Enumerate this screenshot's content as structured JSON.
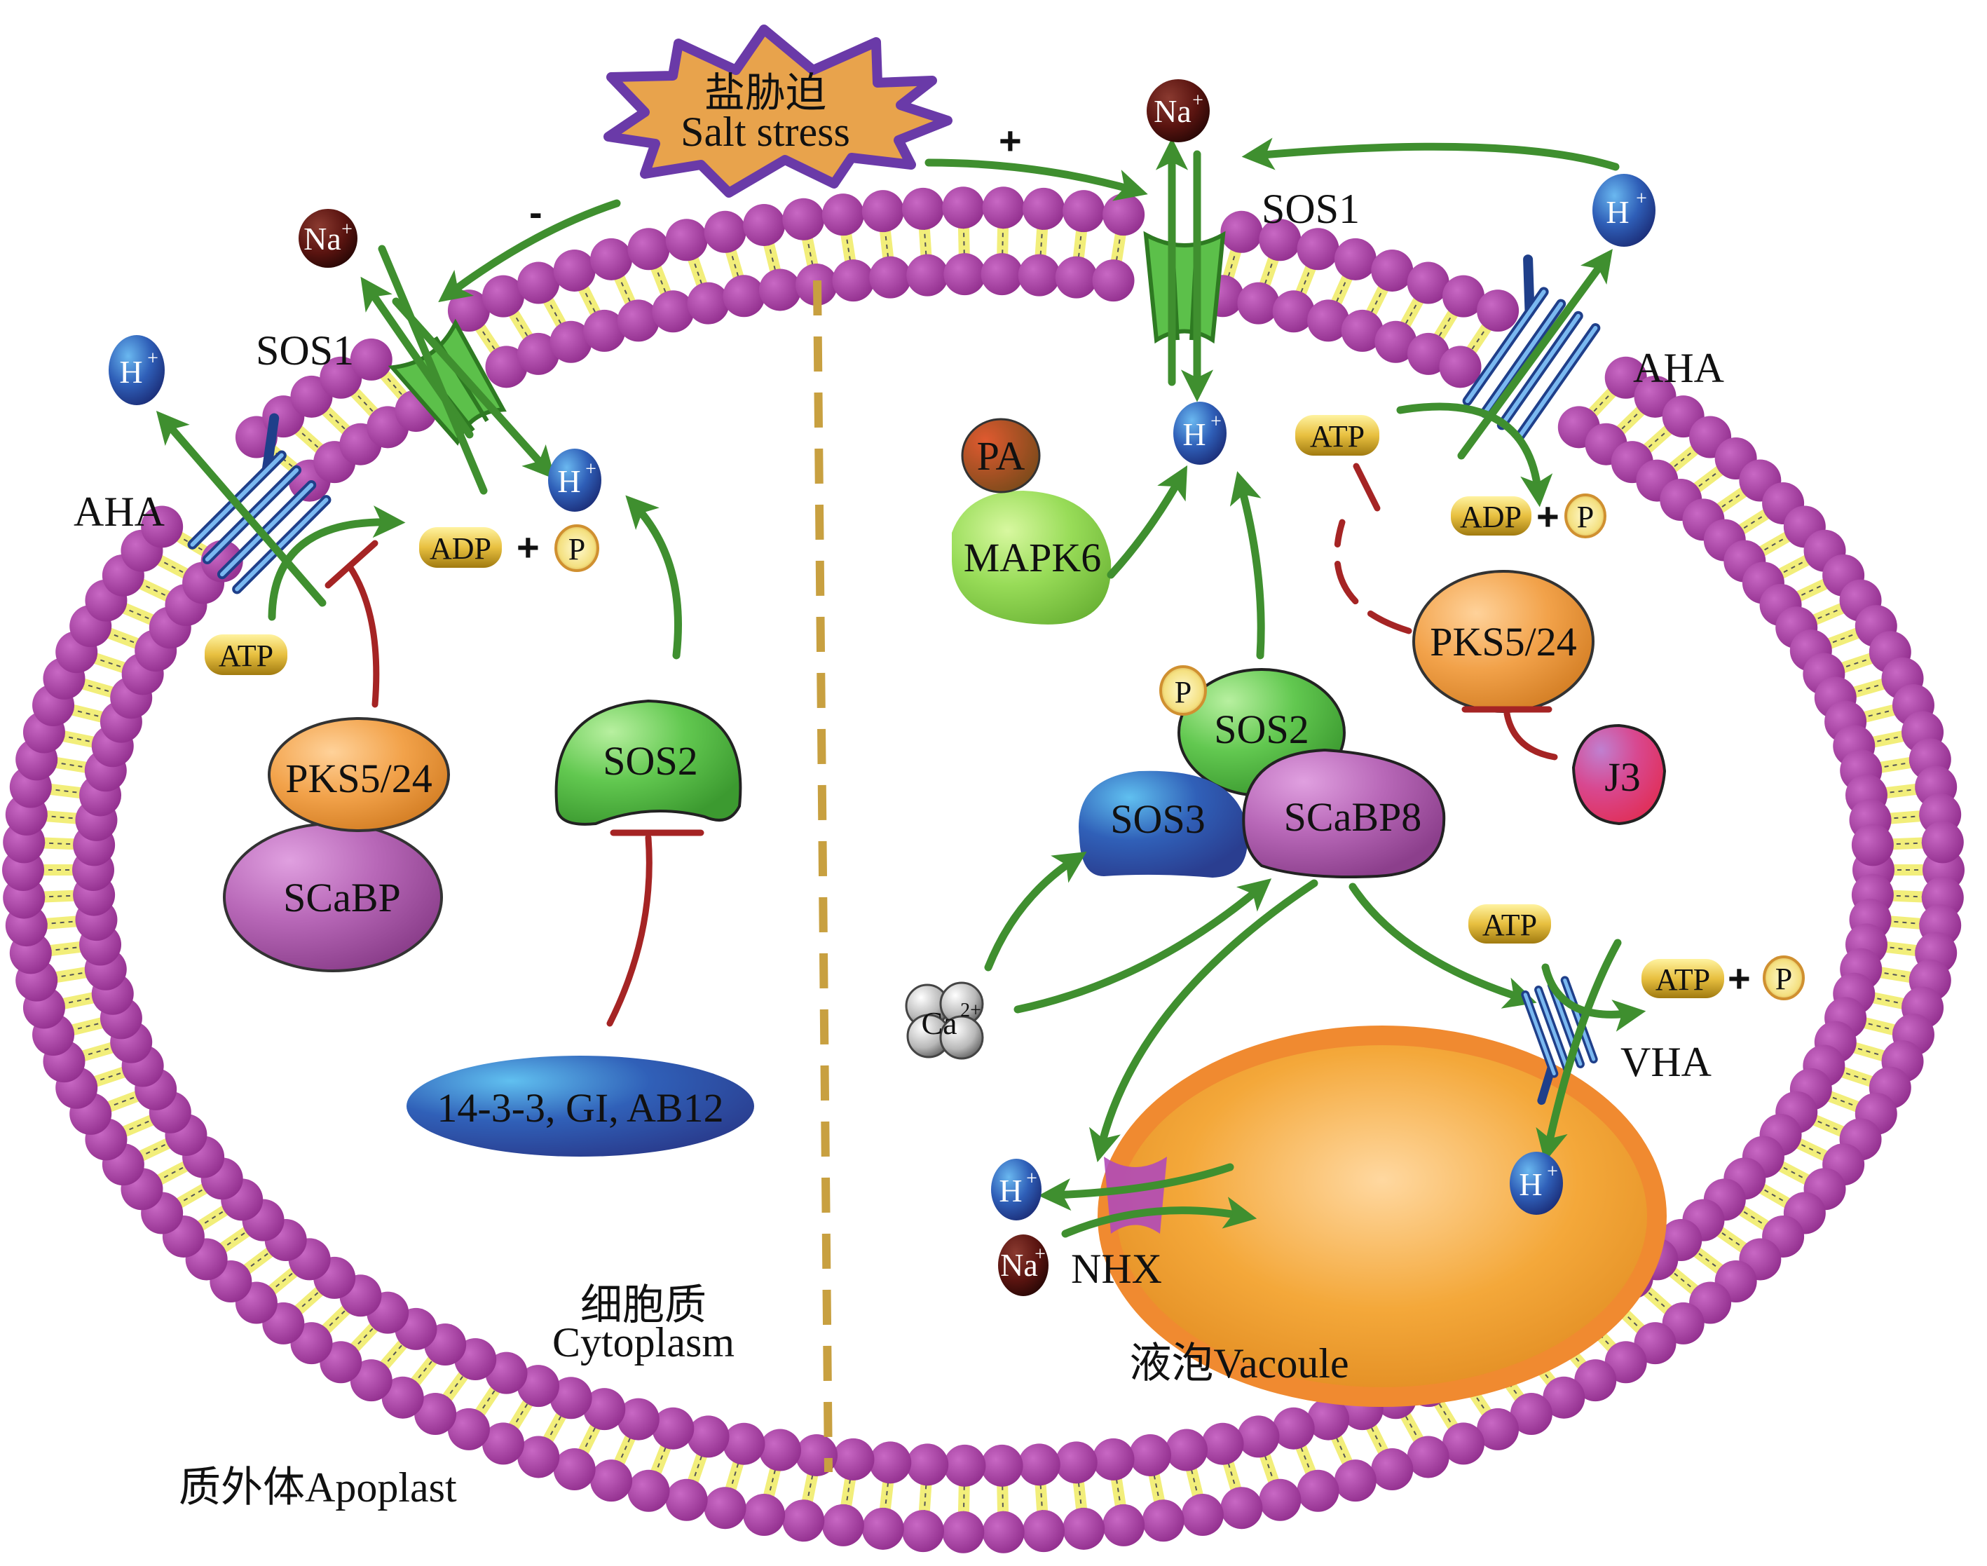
{
  "figure": {
    "stimulus": {
      "zh": "盐胁迫",
      "en": "Salt stress"
    },
    "signs": {
      "negative": "-",
      "positive": "+"
    },
    "regions": {
      "cytoplasm_zh": "细胞质",
      "cytoplasm_en": "Cytoplasm",
      "apoplast": "质外体Apoplast",
      "vacuole": "液泡Vacoule"
    },
    "left_panel": {
      "na_ion": {
        "symbol": "Na",
        "charge": "+"
      },
      "h_ion_out": {
        "symbol": "H",
        "charge": "+"
      },
      "h_ion_in": {
        "symbol": "H",
        "charge": "+"
      },
      "transporters": {
        "sos1": "SOS1",
        "aha": "AHA"
      },
      "adp": "ADP",
      "plus": "+",
      "p": "P",
      "atp": "ATP",
      "pks": "PKS5/24",
      "scabp": "SCaBP",
      "sos2": "SOS2",
      "inhibitors": "14-3-3, GI, AB12"
    },
    "right_panel": {
      "na_ion": {
        "symbol": "Na",
        "charge": "+"
      },
      "h_ion_out": {
        "symbol": "H",
        "charge": "+"
      },
      "h_ion_in": {
        "symbol": "H",
        "charge": "+"
      },
      "transporters": {
        "sos1": "SOS1",
        "aha": "AHA",
        "vha": "VHA",
        "nhx": "NHX"
      },
      "atp": "ATP",
      "adp": "ADP",
      "plus": "+",
      "p": "P",
      "pa": "PA",
      "mapk6": "MAPK6",
      "pks": "PKS5/24",
      "j3": "J3",
      "phospho_p": "P",
      "sos2": "SOS2",
      "sos3": "SOS3",
      "scabp8": "SCaBP8",
      "calcium": {
        "symbol": "Ca",
        "charge": "2+"
      },
      "vha_atp": "ATP",
      "vha_products_atp": "ATP",
      "vha_products_plus": "+",
      "vha_products_p": "P",
      "vacuole_h_ion": {
        "symbol": "H",
        "charge": "+"
      },
      "nhx_h_ion": {
        "symbol": "H",
        "charge": "+"
      },
      "nhx_na_ion": {
        "symbol": "Na",
        "charge": "+"
      }
    },
    "colors": {
      "membrane_head": "#a63ca3",
      "membrane_tail": "#f2ee7a",
      "activation_arrow": "#3f8f2f",
      "inhibition": "#a52424",
      "star_fill": "#e8a34c",
      "star_stroke": "#6a3aa8",
      "na_ion": "#5a1410",
      "h_ion": "#2f5fb8",
      "vacuole": "#f0a030",
      "divider": "#c8a040"
    }
  }
}
